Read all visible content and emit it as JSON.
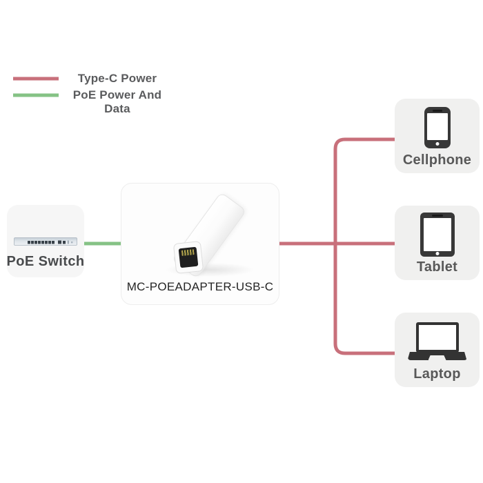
{
  "legend": {
    "items": [
      {
        "label": "Type-C Power",
        "color": "#c8707b"
      },
      {
        "label": "PoE Power And Data",
        "color": "#85c285"
      }
    ]
  },
  "diagram": {
    "source": {
      "label": "PoE Switch"
    },
    "adapter": {
      "label": "MC-POEADAPTER-USB-C"
    },
    "devices": [
      {
        "label": "Cellphone"
      },
      {
        "label": "Tablet"
      },
      {
        "label": "Laptop"
      }
    ]
  }
}
